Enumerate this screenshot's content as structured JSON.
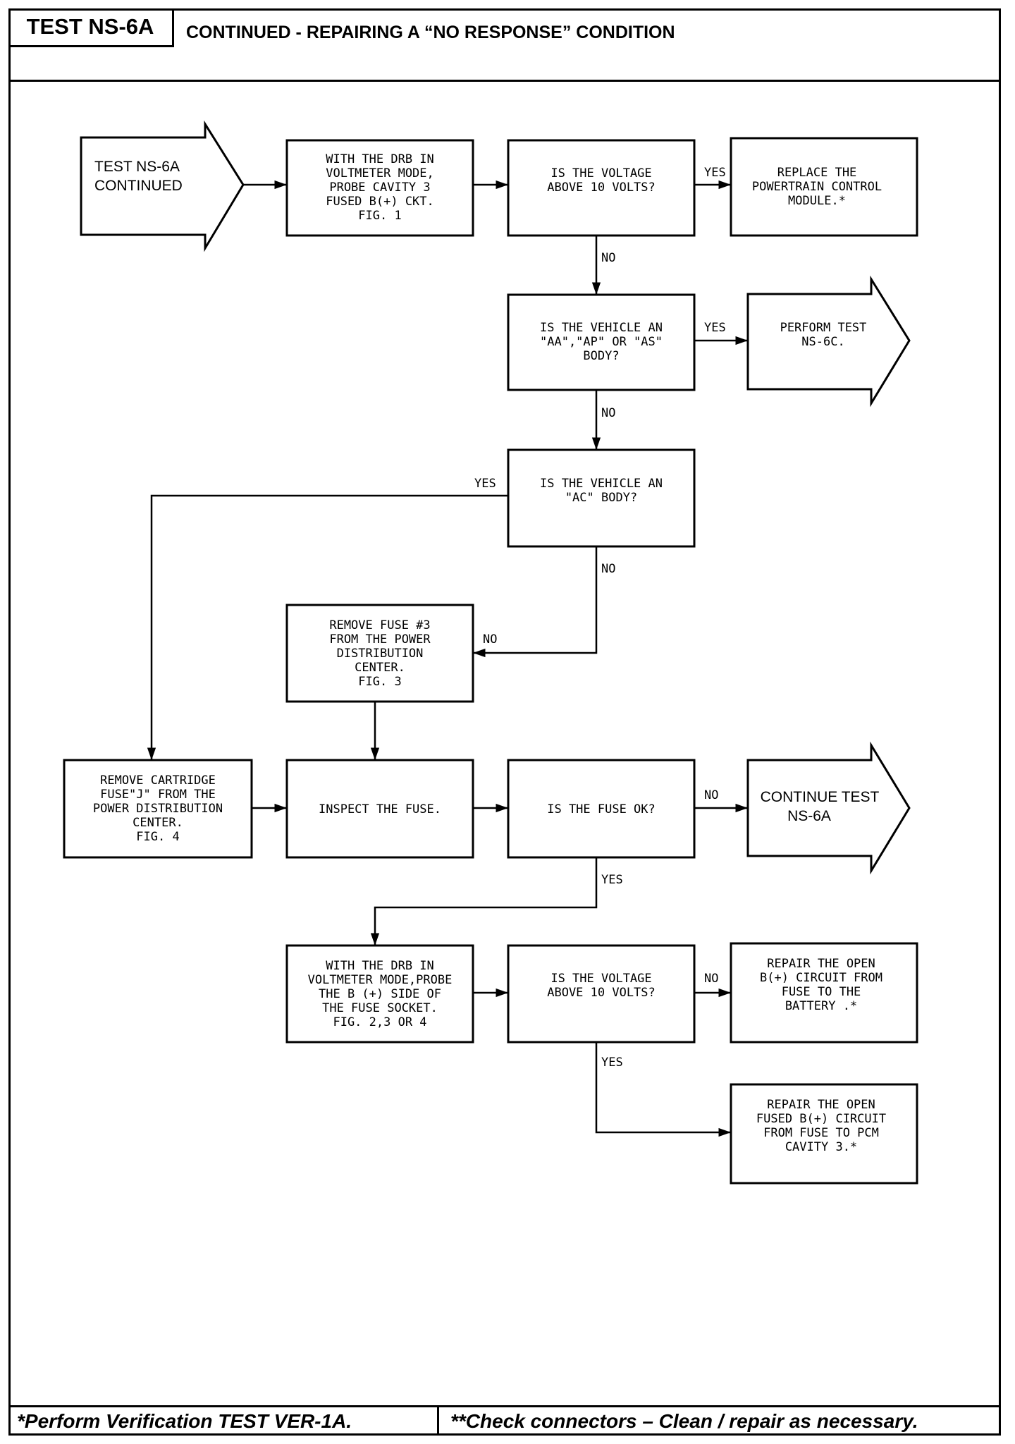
{
  "header": {
    "test_id": "TEST NS-6A",
    "title": "CONTINUED - REPAIRING A “NO RESPONSE” CONDITION"
  },
  "footer": {
    "left": "*Perform Verification TEST VER-1A.",
    "right": "**Check connectors – Clean / repair as necessary."
  },
  "flow": {
    "start": [
      "TEST NS-6A",
      "CONTINUED"
    ],
    "probe_cavity3": [
      "WITH THE DRB IN",
      "VOLTMETER MODE,",
      "PROBE CAVITY 3",
      "FUSED B(+) CKT.",
      "FIG. 1"
    ],
    "voltage_q1": [
      "IS THE VOLTAGE",
      "ABOVE 10 VOLTS?"
    ],
    "replace_pcm": [
      "REPLACE THE",
      "POWERTRAIN CONTROL",
      "MODULE.*"
    ],
    "body_q_aa": [
      "IS THE VEHICLE AN",
      "\"AA\",\"AP\" OR \"AS\"",
      "BODY?"
    ],
    "perform_ns6c": [
      "PERFORM TEST",
      "NS-6C."
    ],
    "body_q_ac": [
      "IS THE VEHICLE AN",
      "\"AC\" BODY?"
    ],
    "remove_fuse3": [
      "REMOVE FUSE #3",
      "FROM THE POWER",
      "DISTRIBUTION",
      "CENTER.",
      "FIG. 3"
    ],
    "remove_fuse_j": [
      "REMOVE CARTRIDGE",
      "FUSE\"J\" FROM THE",
      "POWER DISTRIBUTION",
      "CENTER.",
      "FIG. 4"
    ],
    "inspect_fuse": [
      "INSPECT THE FUSE."
    ],
    "fuse_ok_q": [
      "IS THE FUSE OK?"
    ],
    "continue_ns6a": [
      "CONTINUE TEST",
      "NS-6A"
    ],
    "probe_socket": [
      "WITH THE DRB IN",
      "VOLTMETER MODE,PROBE",
      "THE B (+) SIDE OF",
      "THE FUSE SOCKET.",
      "FIG. 2,3 OR 4"
    ],
    "voltage_q2": [
      "IS THE VOLTAGE",
      "ABOVE 10 VOLTS?"
    ],
    "repair_bplus": [
      "REPAIR THE OPEN",
      "B(+) CIRCUIT FROM",
      "FUSE TO THE",
      "BATTERY .*"
    ],
    "repair_fused": [
      "REPAIR THE OPEN",
      "FUSED B(+) CIRCUIT",
      "FROM FUSE TO PCM",
      "CAVITY 3.*"
    ]
  },
  "edge_labels": {
    "yes": "YES",
    "no": "NO"
  }
}
